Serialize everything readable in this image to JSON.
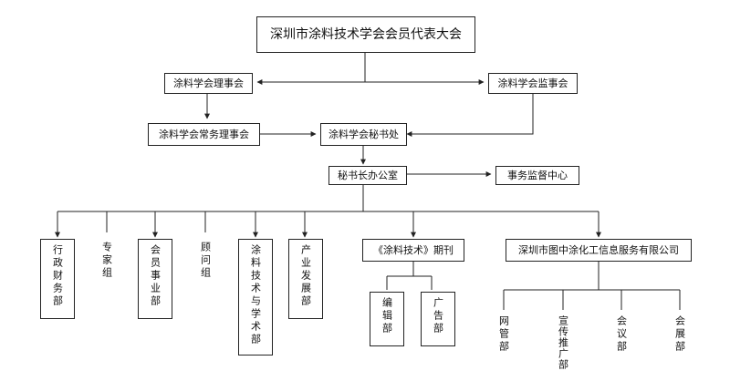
{
  "nodes": {
    "congress": "深圳市涂料技术学会会员代表大会",
    "council": "涂料学会理事会",
    "supervisory": "涂料学会监事会",
    "standing": "涂料学会常务理事会",
    "secretariat": "涂料学会秘书处",
    "sg_office": "秘书长办公室",
    "supervision_center": "事务监督中心",
    "admin_finance": "行政财务部",
    "expert_group": "专家组",
    "member_affairs": "会员事业部",
    "advisor_group": "顾问组",
    "coatings_tech": "涂料技术与学术部",
    "industry_dev": "产业发展部",
    "journal": "《涂料技术》期刊",
    "editorial": "编辑部",
    "advertising": "广告部",
    "company": "深圳市图中涂化工信息服务有限公司",
    "website": "网管部",
    "promotion": "宣传推广部",
    "conference": "会议部",
    "exhibition": "会展部"
  },
  "colors": {
    "line": "#222222",
    "text": "#111111",
    "background": "#ffffff"
  }
}
